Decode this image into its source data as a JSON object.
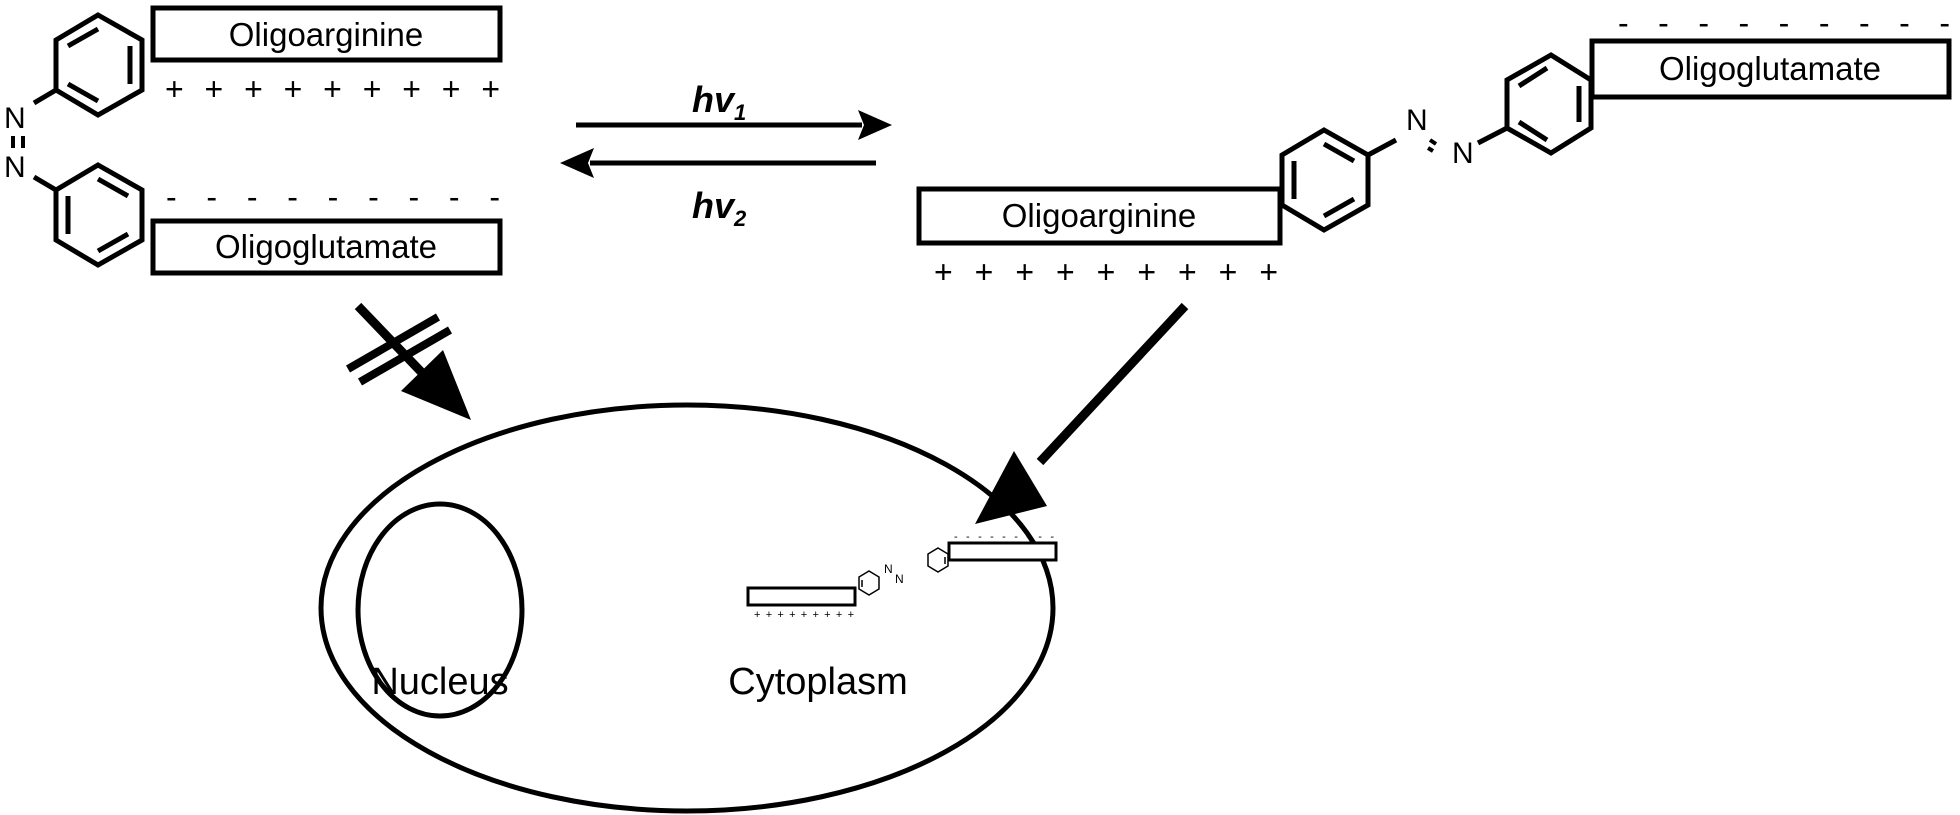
{
  "figure": {
    "type": "photoswitchable azobenzene cell-penetrating peptide scheme",
    "colors": {
      "ink": "#000000",
      "background": "#ffffff"
    }
  },
  "cis_state": {
    "top_box_label": "Oligoarginine",
    "top_charges": "+ + + + + + + + +",
    "bottom_box_label": "Oligoglutamate",
    "bottom_charges": "- - - - - - - - -",
    "azo_atom_1": "N",
    "azo_atom_2": "N"
  },
  "light_switch": {
    "forward_label": "hv",
    "forward_subscript": "1",
    "reverse_label": "hv",
    "reverse_subscript": "2"
  },
  "trans_state": {
    "left_box_label": "Oligoarginine",
    "left_charges": "+ + + + + + + + +",
    "right_box_label": "Oligoglutamate",
    "right_charges": "- - - - - - - - -",
    "azo_atom_1": "N",
    "azo_atom_2": "N"
  },
  "cell": {
    "nucleus_label": "Nucleus",
    "cytoplasm_label": "Cytoplasm",
    "internal_charges_plus": "+ + + + + + + + +",
    "internal_charges_minus": "- - - - - - - - -",
    "internal_atom_1": "N",
    "internal_atom_2": "N"
  },
  "arrows": {
    "blocked_entry": "cis form cannot enter cell",
    "permitted_entry": "trans form enters cytoplasm"
  }
}
